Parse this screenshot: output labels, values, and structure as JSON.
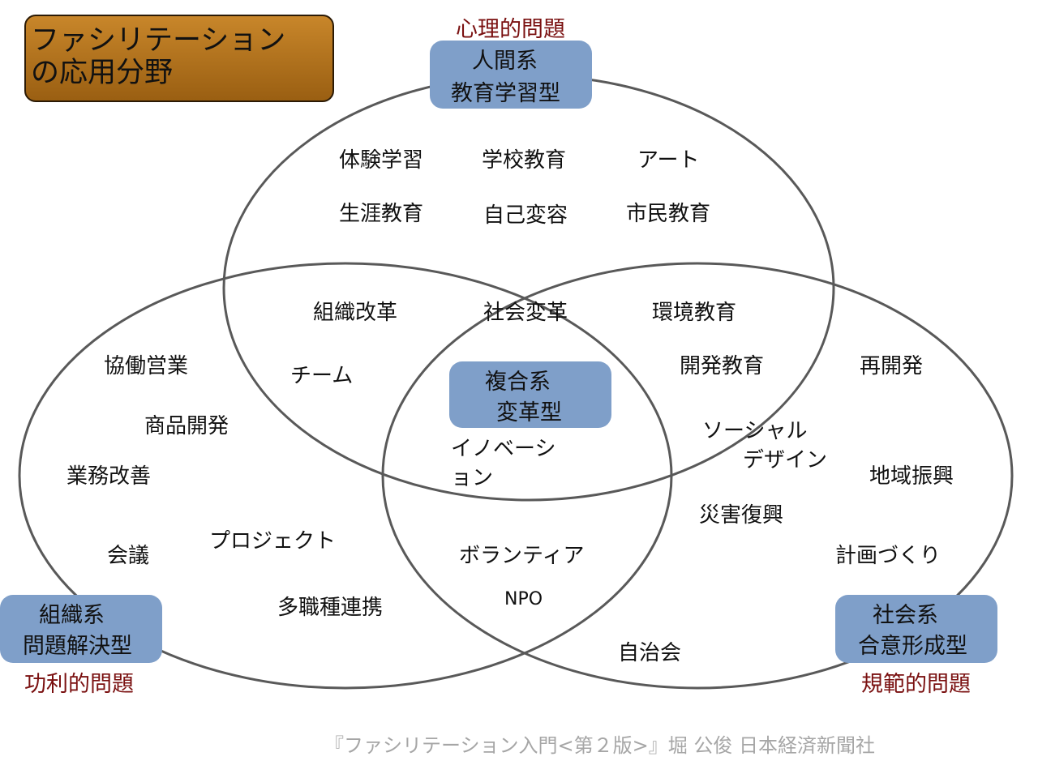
{
  "title": {
    "line1": "ファシリテーション",
    "line2": "の応用分野"
  },
  "categories": {
    "top": "心理的問題",
    "left": "功利的問題",
    "right": "規範的問題"
  },
  "tags": {
    "top": {
      "line1": "人間系",
      "line2": "教育学習型"
    },
    "center": {
      "line1": "複合系",
      "line2": "変革型"
    },
    "left": {
      "line1": "組織系",
      "line2": "問題解決型"
    },
    "right": {
      "line1": "社会系",
      "line2": "合意形成型"
    }
  },
  "labels": {
    "taiken": "体験学習",
    "gakko": "学校教育",
    "art": "アート",
    "shogai": "生涯教育",
    "jiko": "自己変容",
    "shimin": "市民教育",
    "soshiki_kaikaku": "組織改革",
    "shakai_henkaku": "社会変革",
    "kankyo": "環境教育",
    "team": "チーム",
    "kaihatsu_kyoiku": "開発教育",
    "innovation1": "イノベーシ",
    "innovation2": "ョン",
    "kyodo": "協働営業",
    "shohin": "商品開発",
    "gyomu": "業務改善",
    "kaigi": "会議",
    "project": "プロジェクト",
    "tashoku": "多職種連携",
    "volunteer": "ボランティア",
    "npo": "NPO",
    "jichikai": "自治会",
    "saikaihatsu": "再開発",
    "social1": "ソーシャル",
    "social2": "デザイン",
    "chiiki": "地域振興",
    "saigai": "災害復興",
    "keikaku": "計画づくり"
  },
  "citation": "『ファシリテーション入門<第２版>』堀 公俊 日本経済新聞社",
  "colors": {
    "title_fill": "#b5761f",
    "tag_fill": "#7f9fc9",
    "category_text": "#7a1010",
    "circle_stroke": "#595959",
    "citation_text": "#a6a6a6"
  }
}
